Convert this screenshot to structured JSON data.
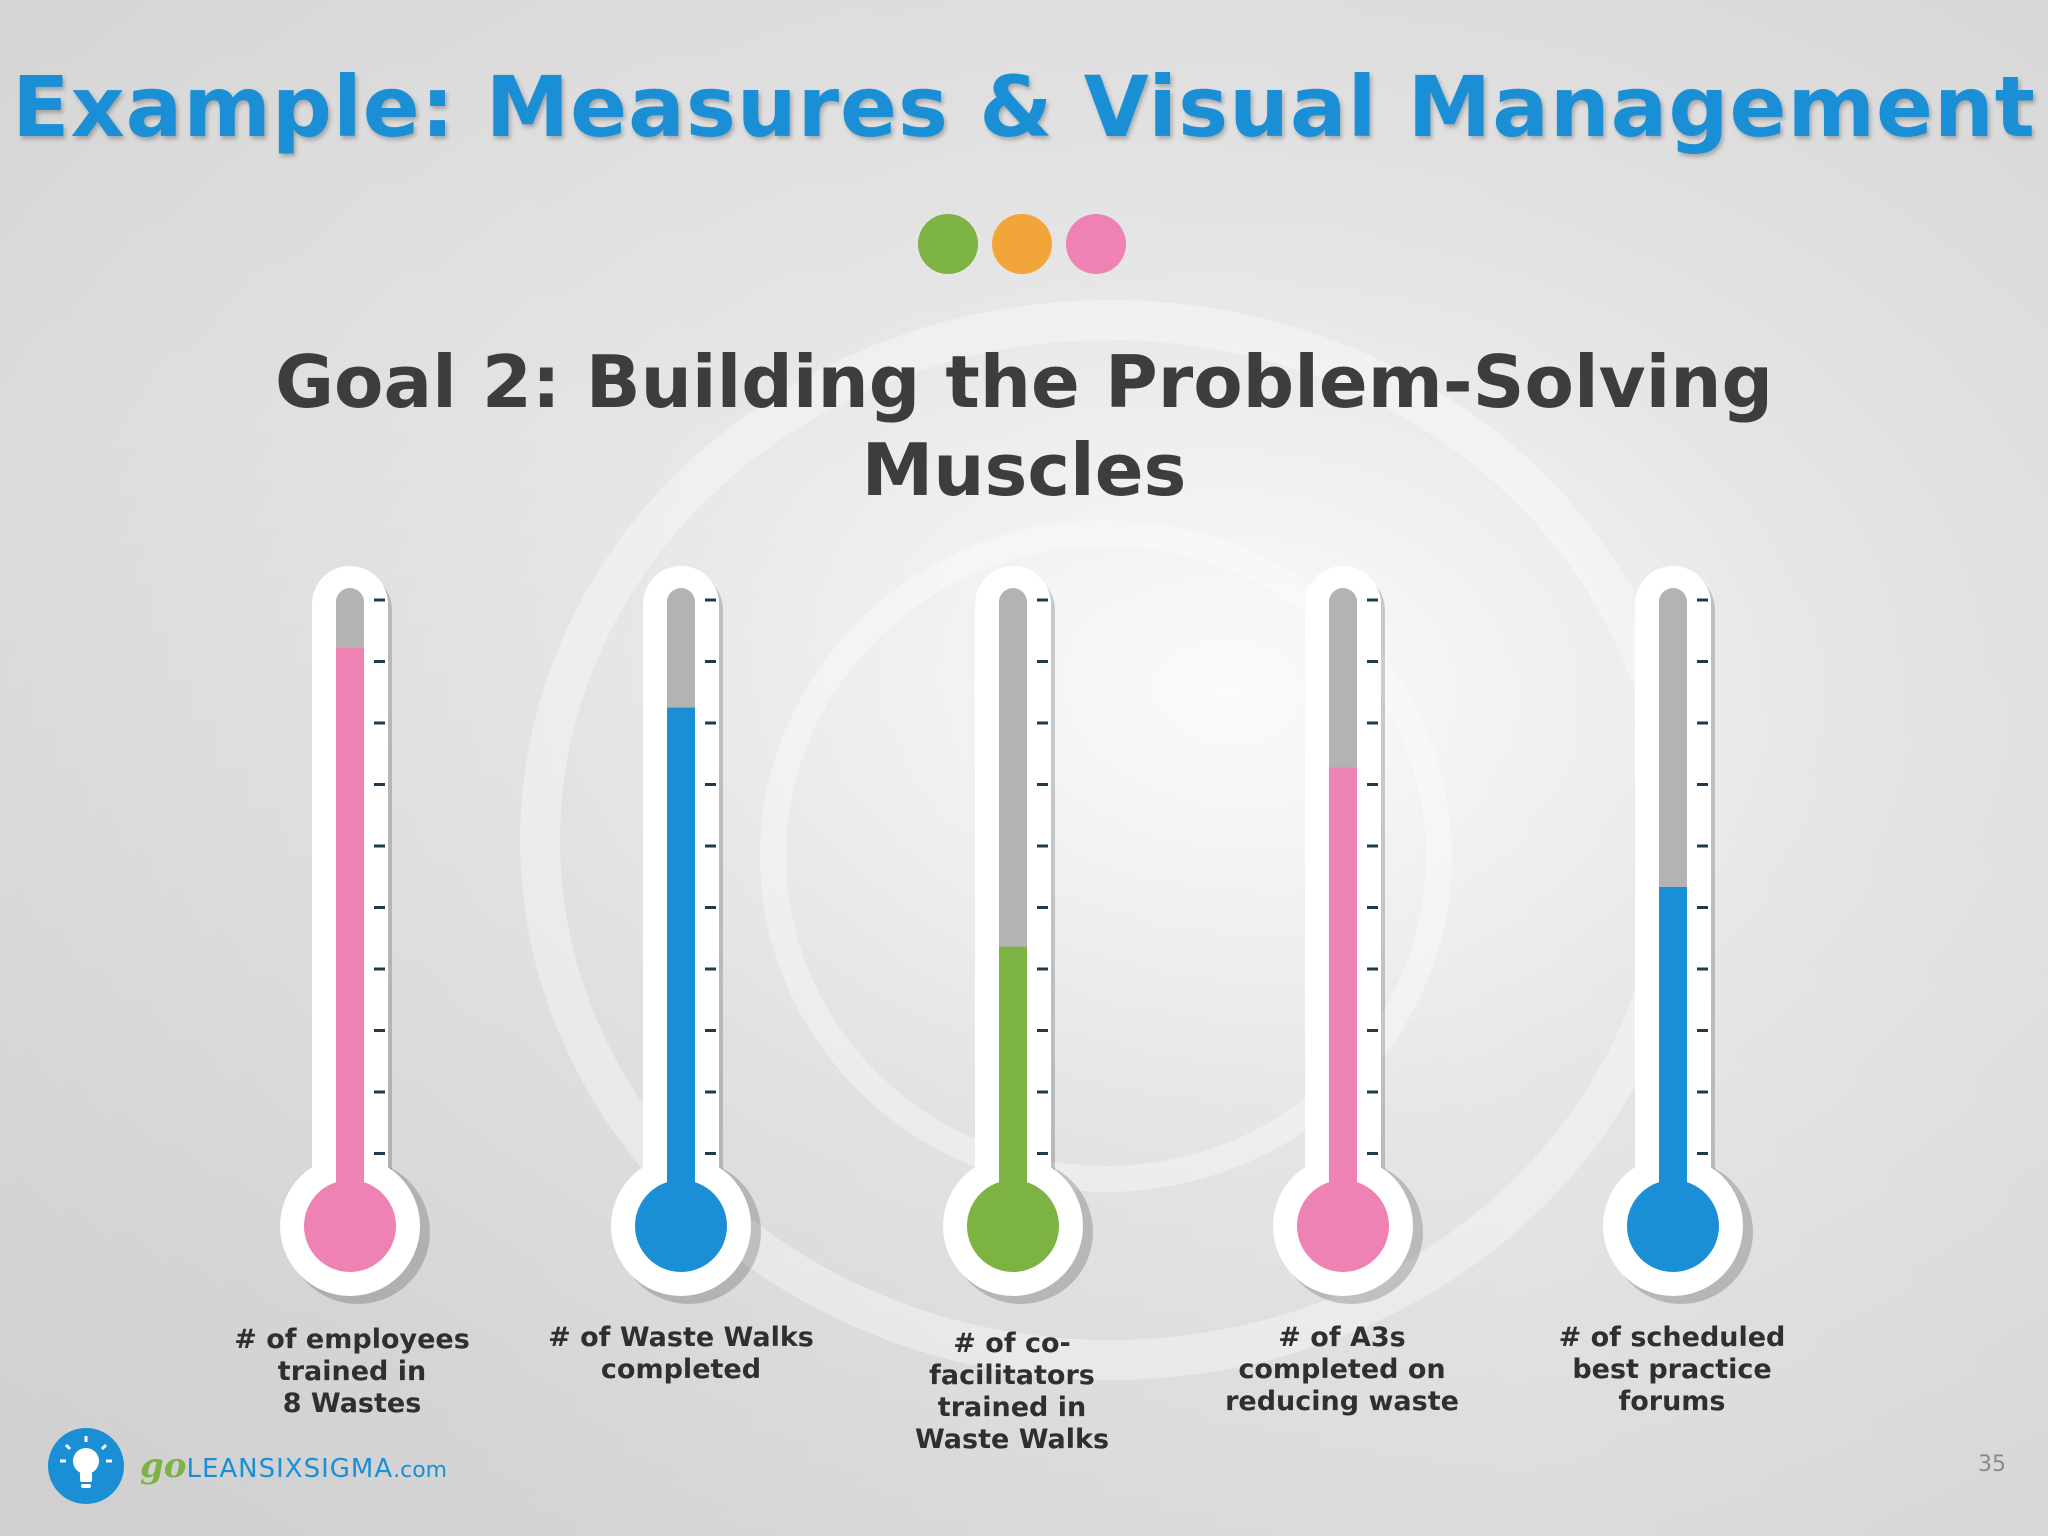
{
  "slide": {
    "title": "Example: Measures & Visual Management",
    "subtitle": "Goal 2: Building the Problem-Solving Muscles",
    "page_number": "35"
  },
  "colors": {
    "title": "#1a8fd6",
    "pink": "#ee82b4",
    "blue": "#1a8fd6",
    "green": "#7cb342",
    "orange": "#f2a63a",
    "empty_tube": "#b3b3b3",
    "tick": "#1f3a4a"
  },
  "dots": [
    "#7cb342",
    "#f2a63a",
    "#ee82b4"
  ],
  "logo": {
    "go": "go",
    "brand": "LEANSIXSIGMA",
    "suffix": ".com",
    "icon": "lightbulb-icon"
  },
  "thermometers": [
    {
      "label": "# of employees trained in 8 Wastes",
      "label_lines": [
        "# of employees",
        "trained in",
        "8 Wastes"
      ],
      "fill_fraction": 0.9,
      "color": "#ee82b4"
    },
    {
      "label": "# of Waste Walks completed",
      "label_lines": [
        "# of Waste Walks",
        "completed"
      ],
      "fill_fraction": 0.8,
      "color": "#1a8fd6"
    },
    {
      "label": "# of co-facilitators trained in Waste Walks",
      "label_lines": [
        "# of co-",
        "facilitators",
        "trained in",
        "Waste Walks"
      ],
      "fill_fraction": 0.4,
      "color": "#7cb342"
    },
    {
      "label": "# of A3s completed on reducing waste",
      "label_lines": [
        "# of A3s",
        "completed on",
        "reducing waste"
      ],
      "fill_fraction": 0.7,
      "color": "#ee82b4"
    },
    {
      "label": "# of scheduled best practice forums",
      "label_lines": [
        "# of scheduled",
        "best practice",
        "forums"
      ],
      "fill_fraction": 0.5,
      "color": "#1a8fd6"
    }
  ]
}
